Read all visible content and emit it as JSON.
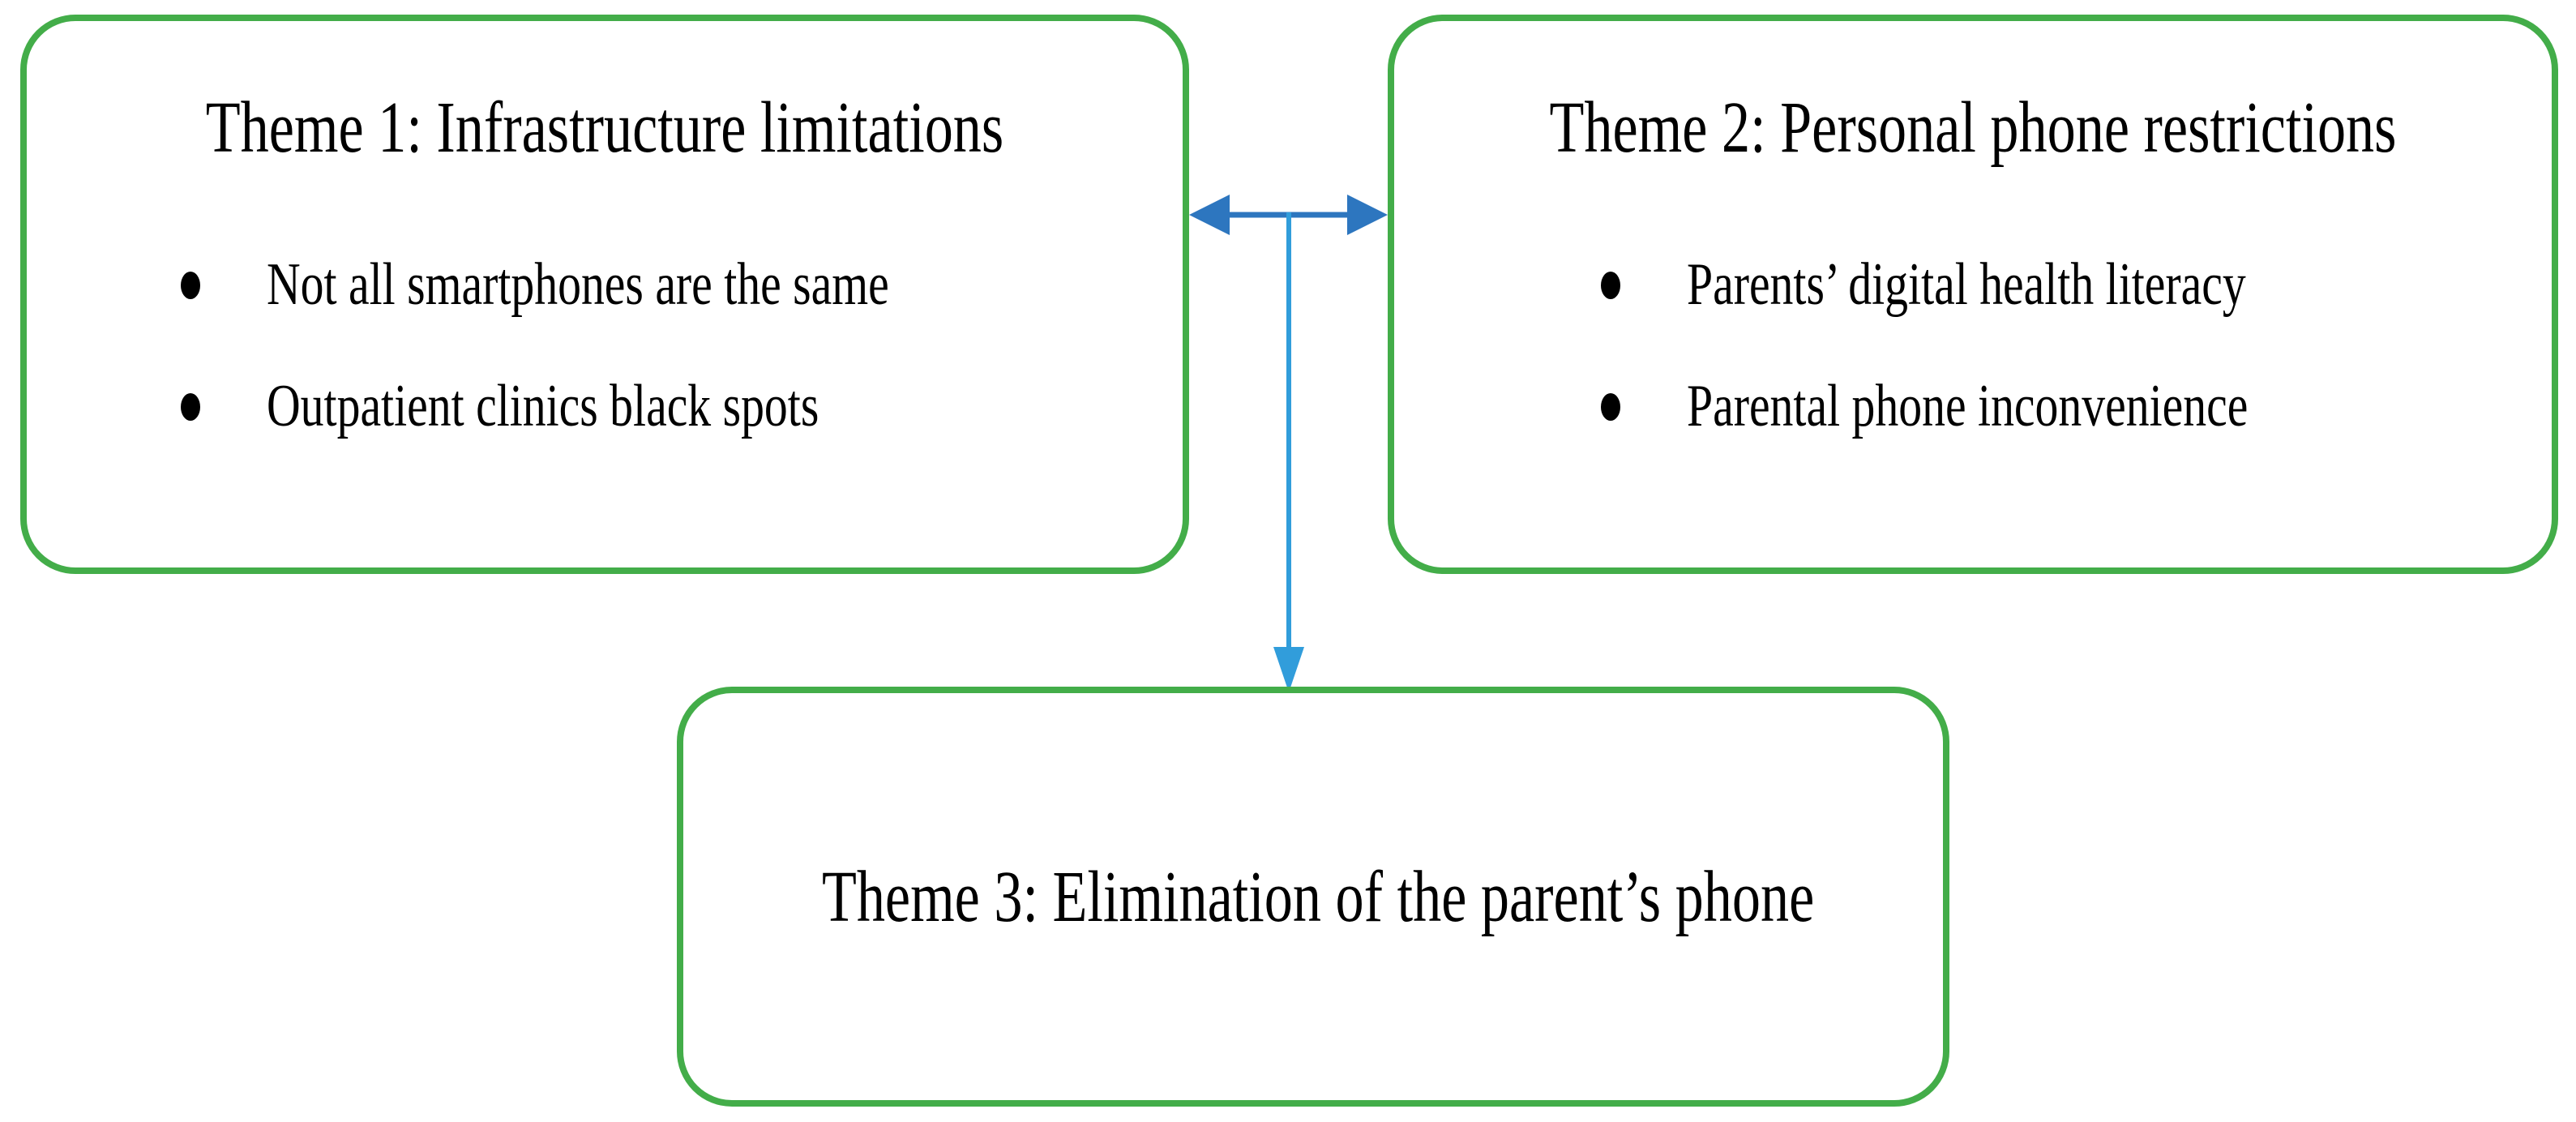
{
  "figure": {
    "colors": {
      "background": "#ffffff",
      "text": "#000000",
      "border_green": "#43ad49",
      "arrow_blue_dark": "#2d76bf",
      "arrow_blue_light": "#319ddb"
    },
    "icons": {
      "bullet": "filled-ellipse-bullet",
      "horizontal_connector": "double-headed-left-right-arrow",
      "vertical_connector": "single-headed-down-arrow"
    },
    "boxes": [
      {
        "title": "Theme 1: Infrastructure limitations",
        "bullets": [
          "Not all smartphones are the same",
          "Outpatient clinics black spots"
        ]
      },
      {
        "title": "Theme 2: Personal phone restrictions",
        "bullets": [
          "Parents’ digital health literacy",
          "Parental phone inconvenience"
        ]
      },
      {
        "title": "Theme 3: Elimination of the parent’s phone",
        "bullets": []
      }
    ]
  }
}
